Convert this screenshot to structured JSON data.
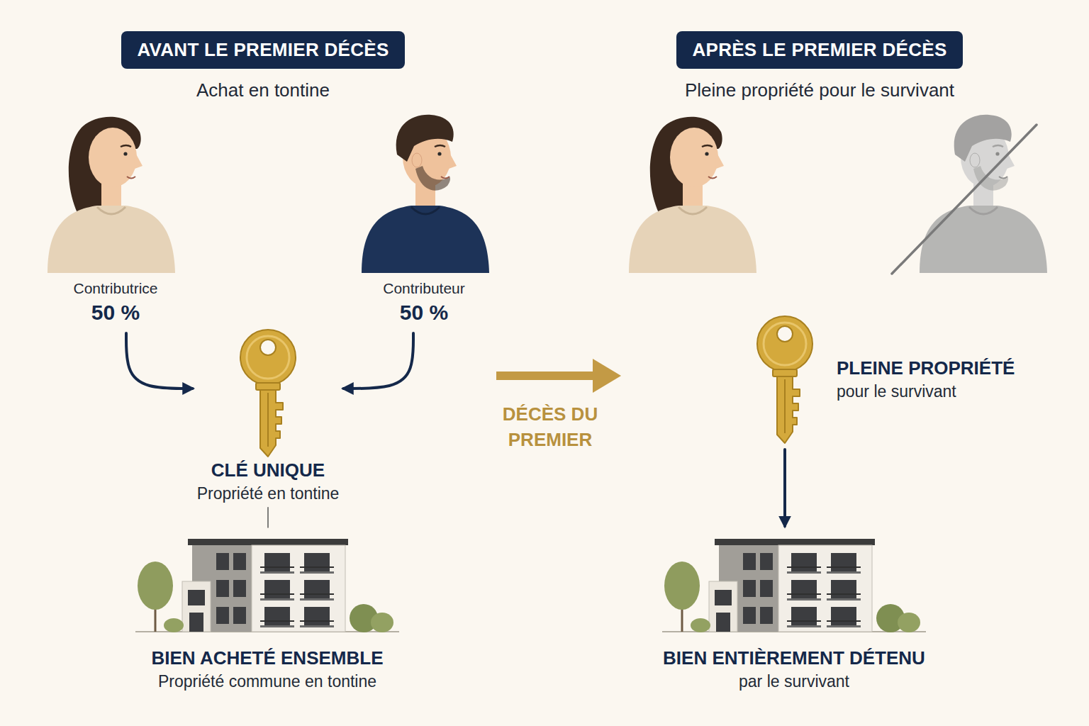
{
  "diagram": {
    "nodes": [
      {
        "text": [
          "AVANT LE PREMIER DÉCÈS"
        ]
      },
      {
        "text": [
          "APRÈS LE PREMIER DÉCÈS"
        ]
      },
      {
        "text": [
          "Contributrice",
          "50 %"
        ]
      },
      {
        "text": [
          "Contributeur",
          "50 %"
        ]
      },
      {
        "text": [
          "CLÉ UNIQUE",
          "Propriété en tontine"
        ]
      },
      {
        "text": [
          "BIEN ACHETÉ ENSEMBLE",
          "Propriété commune en tontine"
        ]
      },
      {
        "text": [
          "PLEINE PROPRIÉTÉ",
          "pour le survivant"
        ]
      },
      {
        "text": [
          "BIEN ENTIÈREMENT DÉTENU",
          "par le survivant"
        ]
      }
    ],
    "edges": [
      {
        "from": 2,
        "to": 4,
        "arrow": "to"
      },
      {
        "from": 3,
        "to": 4,
        "arrow": "to"
      },
      {
        "from": 4,
        "to": 5,
        "arrow": "none"
      },
      {
        "from": 6,
        "to": 7,
        "arrow": "to"
      }
    ],
    "labels": [
      "Achat en tontine",
      "Pleine propriété pour le survivant",
      "DÉCÈS DU PREMIER"
    ]
  }
}
